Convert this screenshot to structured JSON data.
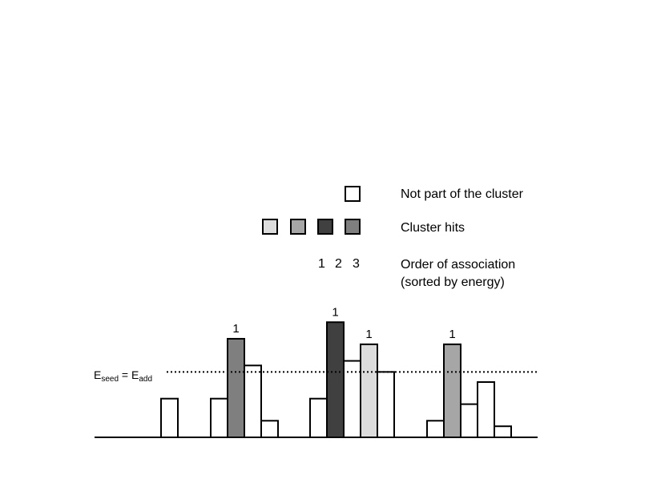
{
  "colors": {
    "white": "#ffffff",
    "light_gray": "#dcdcdc",
    "mid_gray": "#a6a6a6",
    "dark_gray": "#404040",
    "gray": "#7f7f7f",
    "outline": "#000000"
  },
  "legend": {
    "not_cluster_label": "Not part of the cluster",
    "cluster_hits_label": "Cluster hits",
    "order_numbers": [
      "1",
      "2",
      "3"
    ],
    "order_label_line1": "Order of association",
    "order_label_line2": "(sorted by energy)"
  },
  "threshold": {
    "e_main": "E",
    "seed_sub": "seed",
    "equals": " = E",
    "add_sub": "add"
  },
  "chart_data": {
    "type": "bar",
    "threshold_value": 3.55,
    "groups": [
      {
        "bars": [
          {
            "value": 2.1,
            "fill": "white",
            "label": ""
          }
        ]
      },
      {
        "bars": [
          {
            "value": 2.1,
            "fill": "white",
            "label": ""
          },
          {
            "value": 5.35,
            "fill": "gray",
            "label": "1"
          },
          {
            "value": 3.9,
            "fill": "white",
            "label": ""
          },
          {
            "value": 0.9,
            "fill": "white",
            "label": ""
          }
        ]
      },
      {
        "bars": [
          {
            "value": 2.1,
            "fill": "white",
            "label": ""
          },
          {
            "value": 6.25,
            "fill": "dark_gray",
            "label": "1"
          },
          {
            "value": 4.15,
            "fill": "white",
            "label": ""
          },
          {
            "value": 5.05,
            "fill": "light_gray",
            "label": "1"
          },
          {
            "value": 3.55,
            "fill": "white",
            "label": ""
          }
        ]
      },
      {
        "bars": [
          {
            "value": 0.9,
            "fill": "white",
            "label": ""
          },
          {
            "value": 5.05,
            "fill": "mid_gray",
            "label": "1"
          },
          {
            "value": 1.8,
            "fill": "white",
            "label": ""
          },
          {
            "value": 3.0,
            "fill": "white",
            "label": ""
          },
          {
            "value": 0.6,
            "fill": "white",
            "label": ""
          }
        ]
      }
    ]
  }
}
